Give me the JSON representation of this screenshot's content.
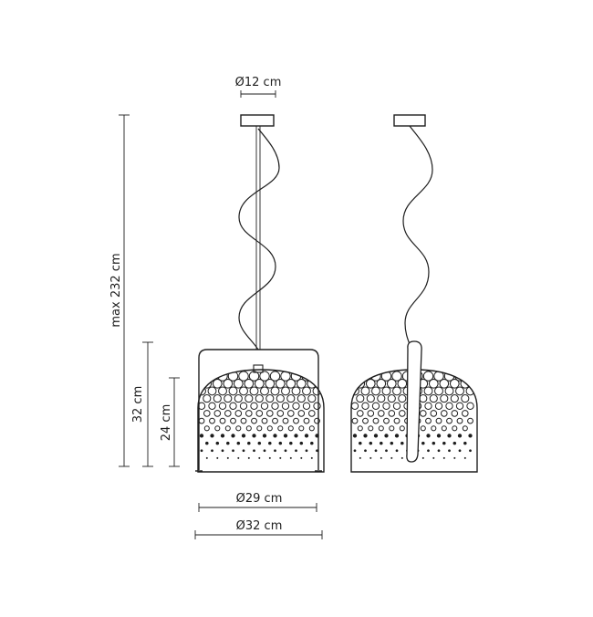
{
  "dimensions": {
    "canopy_diameter": "Ø12 cm",
    "max_height": "max 232 cm",
    "frame_height": "32 cm",
    "shade_height": "24 cm",
    "shade_diameter": "Ø29 cm",
    "frame_diameter": "Ø32 cm"
  },
  "colors": {
    "line": "#1e1e1e",
    "background": "#ffffff"
  }
}
